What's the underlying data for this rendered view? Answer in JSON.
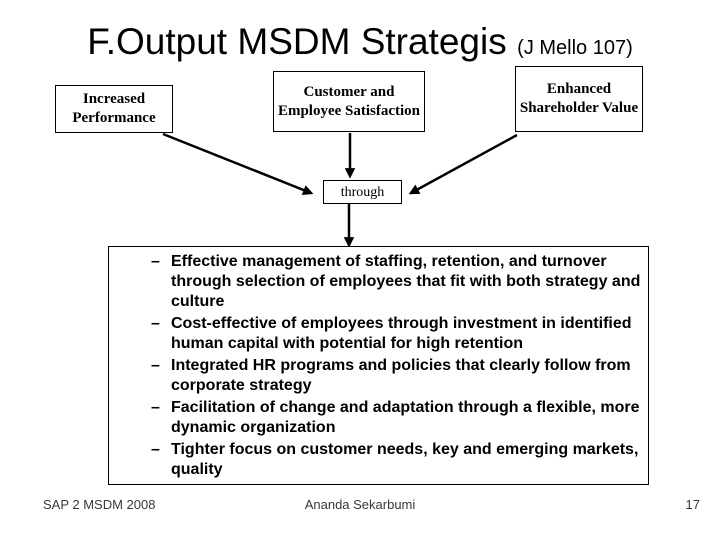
{
  "slide": {
    "title": "F.Output MSDM Strategis",
    "title_suffix": "(J Mello 107)",
    "boxes": [
      {
        "label": "Increased Performance"
      },
      {
        "label": "Customer and Employee Satisfaction"
      },
      {
        "label": "Enhanced Shareholder Value"
      }
    ],
    "connector_label": "through",
    "bullet_marker": "–",
    "bullets": [
      "Effective management of staffing, retention, and turnover through selection of employees that fit with both strategy and culture",
      "Cost-effective of employees through investment in identified human capital with potential for high retention",
      "Integrated HR programs and policies that clearly follow from corporate strategy",
      "Facilitation of change and adaptation through a flexible, more dynamic organization",
      "Tighter focus on customer needs, key and emerging markets, quality"
    ],
    "footer": {
      "left": "SAP 2 MSDM 2008",
      "center": "Ananda Sekarbumi",
      "page_number": "17"
    }
  },
  "colors": {
    "background": "#ffffff",
    "text": "#000000",
    "box_border": "#000000",
    "arrow": "#000000",
    "footer_text": "#383838"
  }
}
